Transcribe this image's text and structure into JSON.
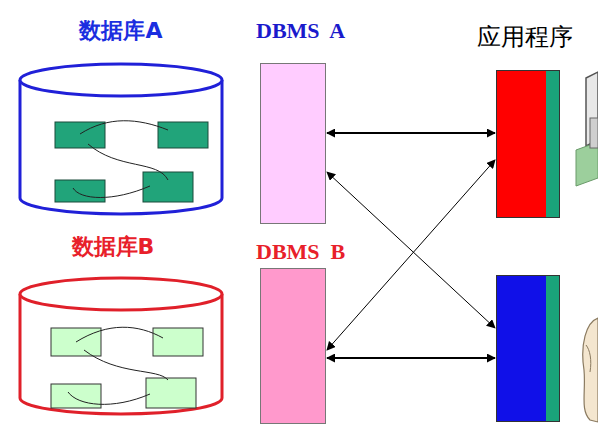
{
  "diagram": {
    "nodes": [
      {
        "text": [
          "数据库A"
        ]
      },
      {
        "text": [
          "DBMS  A"
        ]
      },
      {
        "text": [
          "应用程序"
        ]
      },
      {
        "text": [
          "数据库B"
        ]
      },
      {
        "text": [
          "DBMS  B"
        ]
      },
      {
        "text": []
      }
    ],
    "edges": [
      {
        "from": 1,
        "to": 2,
        "arrow": "both"
      },
      {
        "from": 1,
        "to": 5,
        "arrow": "both"
      },
      {
        "from": 4,
        "to": 2,
        "arrow": "both"
      },
      {
        "from": 4,
        "to": 5,
        "arrow": "both"
      }
    ]
  }
}
